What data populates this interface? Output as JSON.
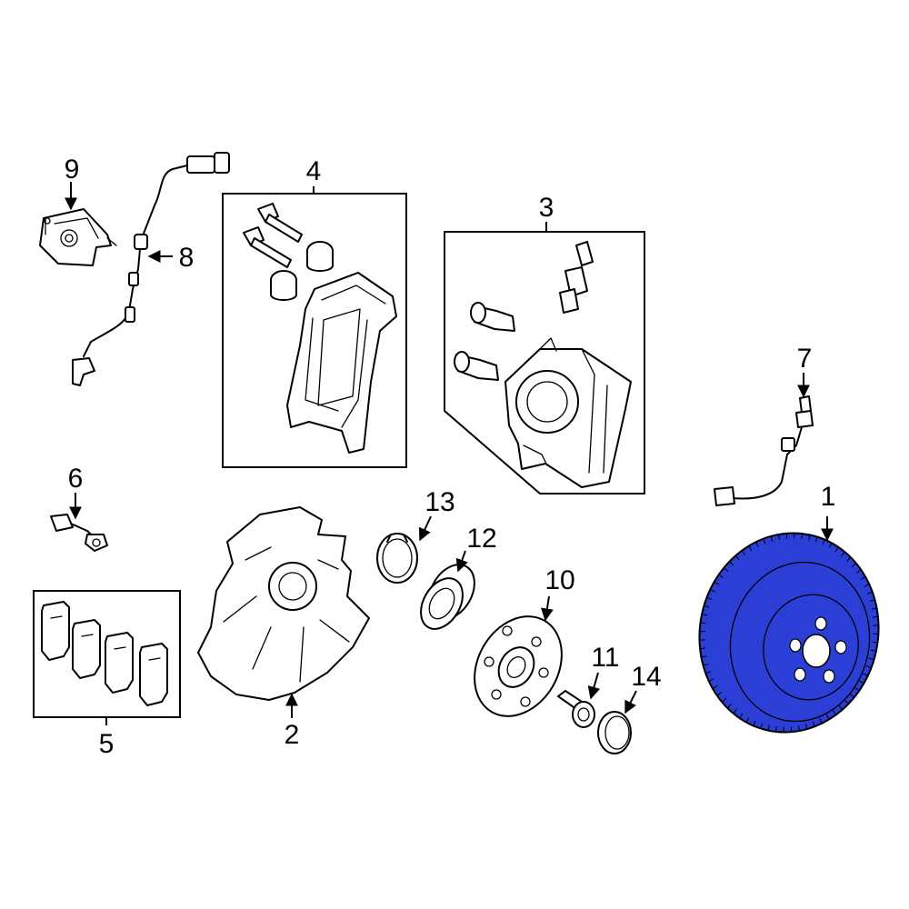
{
  "callouts": {
    "c1": "1",
    "c2": "2",
    "c3": "3",
    "c4": "4",
    "c5": "5",
    "c6": "6",
    "c7": "7",
    "c8": "8",
    "c9": "9",
    "c10": "10",
    "c11": "11",
    "c12": "12",
    "c13": "13",
    "c14": "14"
  },
  "colors": {
    "highlight": "#2b3fd6",
    "line": "#000000",
    "background": "#ffffff"
  },
  "highlighted_part": "1"
}
